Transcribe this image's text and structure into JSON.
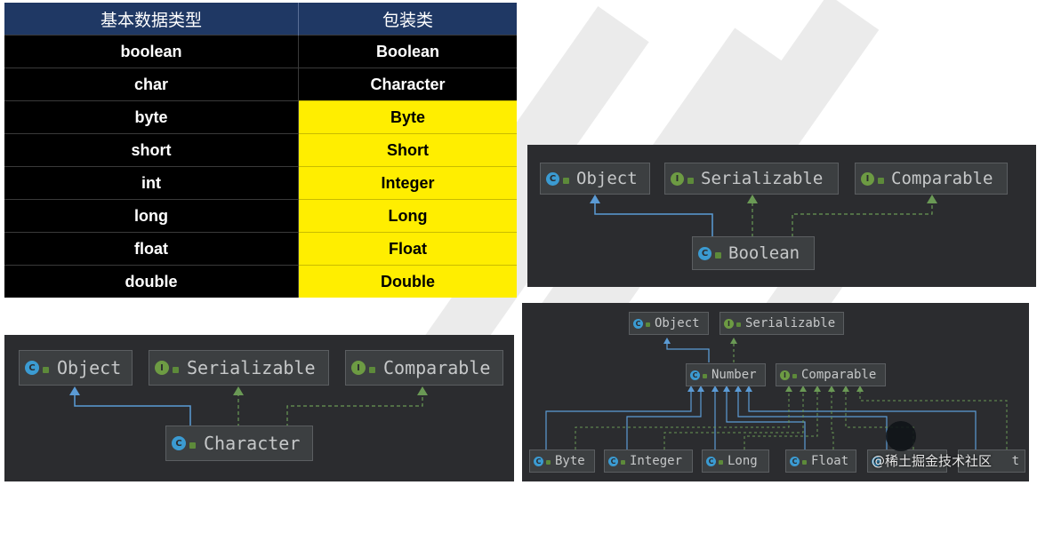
{
  "table": {
    "headers": [
      "基本数据类型",
      "包装类"
    ],
    "rows": [
      {
        "primitive": "boolean",
        "wrapper": "Boolean"
      },
      {
        "primitive": "char",
        "wrapper": "Character"
      },
      {
        "primitive": "byte",
        "wrapper": "Byte"
      },
      {
        "primitive": "short",
        "wrapper": "Short"
      },
      {
        "primitive": "int",
        "wrapper": "Integer"
      },
      {
        "primitive": "long",
        "wrapper": "Long"
      },
      {
        "primitive": "float",
        "wrapper": "Float"
      },
      {
        "primitive": "double",
        "wrapper": "Double"
      }
    ],
    "highlight_color": "#ffee00",
    "header_color": "#1f3864"
  },
  "boolean_diagram": {
    "object": "Object",
    "serializable": "Serializable",
    "comparable": "Comparable",
    "boolean": "Boolean"
  },
  "character_diagram": {
    "object": "Object",
    "serializable": "Serializable",
    "comparable": "Comparable",
    "character": "Character"
  },
  "number_diagram": {
    "object": "Object",
    "serializable": "Serializable",
    "number": "Number",
    "comparable": "Comparable",
    "byte": "Byte",
    "integer": "Integer",
    "long": "Long",
    "float": "Float",
    "overlap_tail": "t"
  },
  "icons": {
    "class": "C",
    "interface": "I"
  },
  "colors": {
    "class_icon": "#3b9bd2",
    "interface_icon": "#6d9b43",
    "extends_arrow": "#5b9bd5",
    "implements_arrow": "#6a9955"
  },
  "watermark_credit": "@稀土掘金技术社区"
}
